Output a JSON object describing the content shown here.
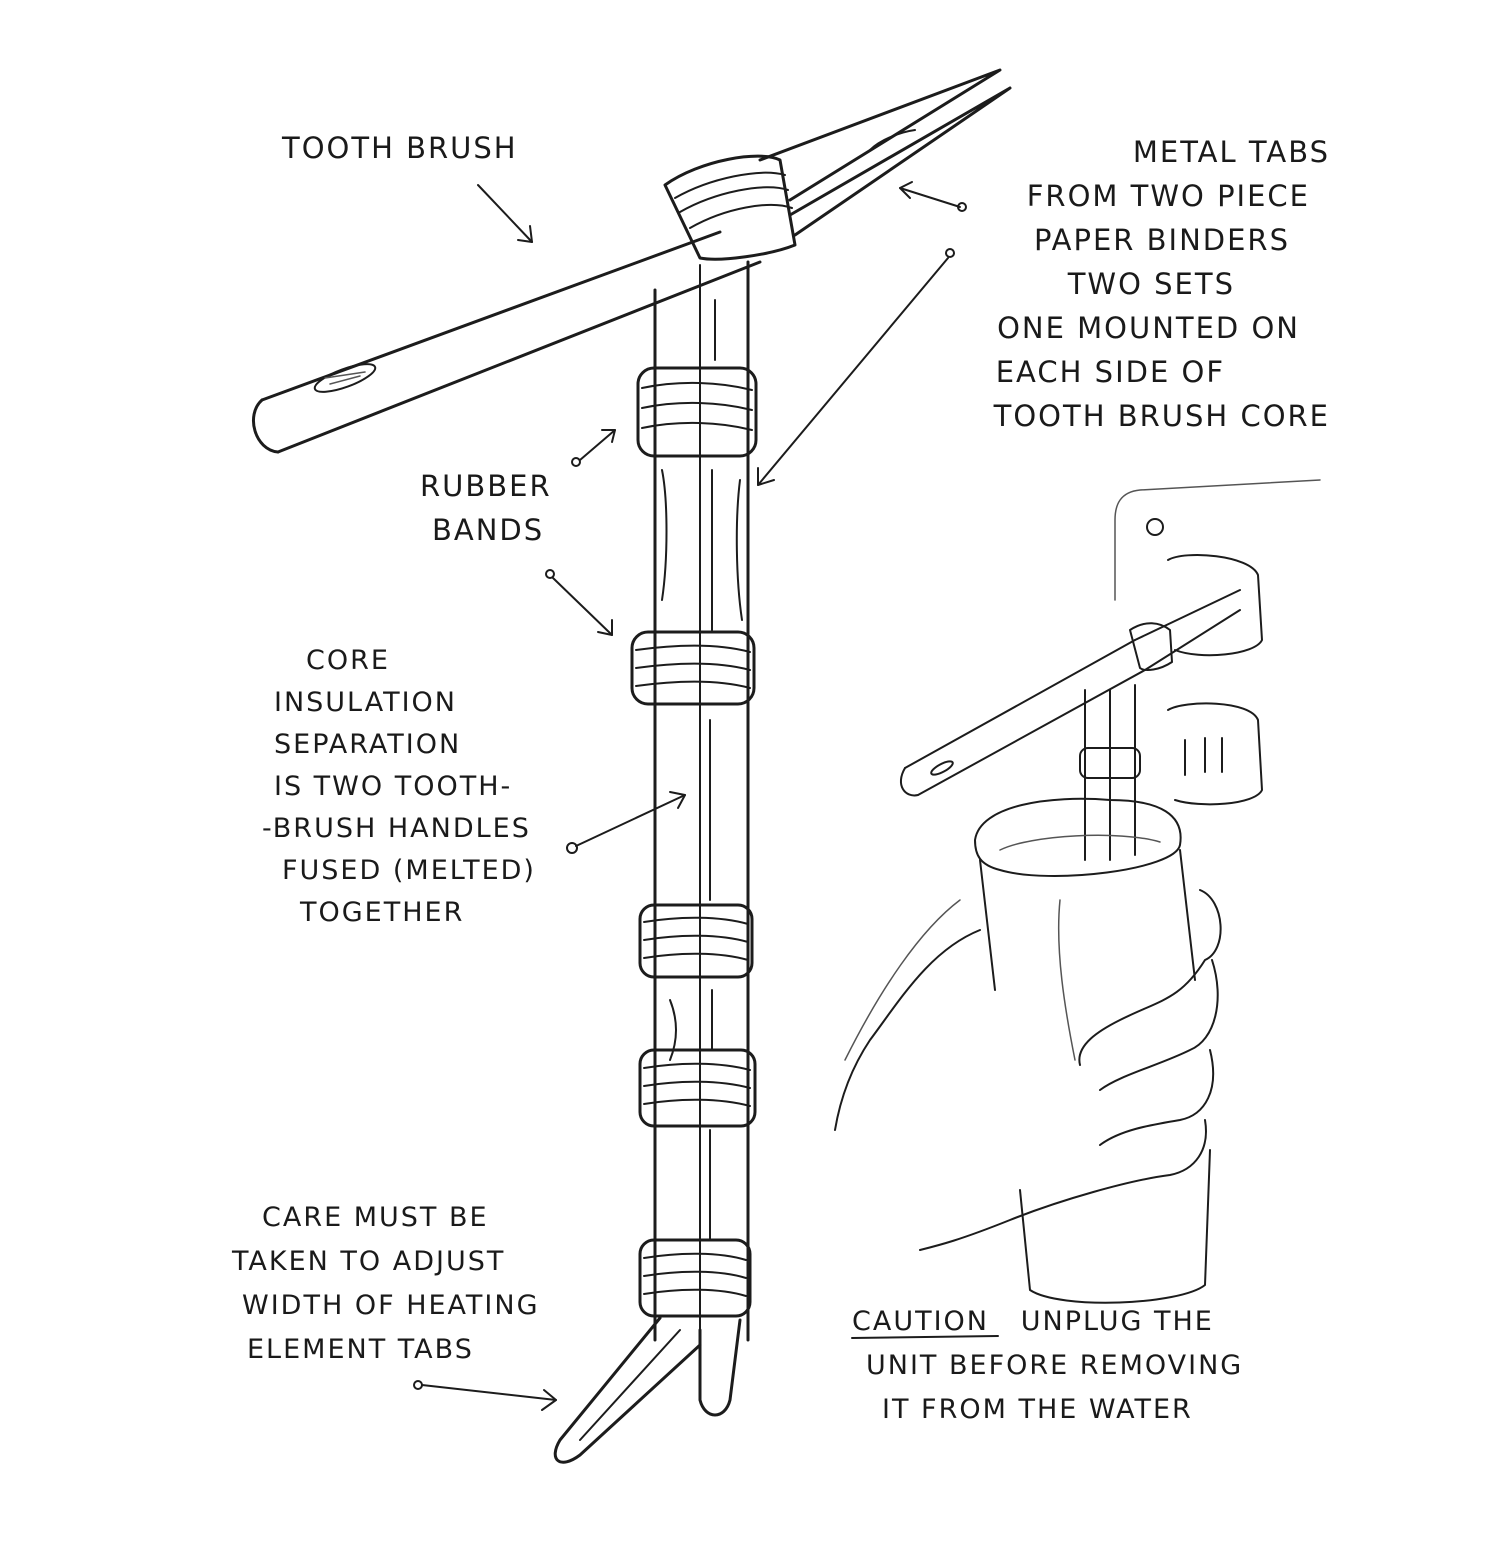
{
  "labels": {
    "toothbrush": "TOOTH BRUSH",
    "metal_tabs": [
      "METAL TABS",
      "FROM TWO PIECE",
      "PAPER BINDERS",
      "TWO SETS",
      "ONE MOUNTED ON",
      "EACH SIDE OF",
      "TOOTH BRUSH CORE"
    ],
    "rubber_bands": [
      "RUBBER",
      "BANDS"
    ],
    "core_insulation": [
      "CORE",
      "INSULATION",
      "SEPARATION",
      "IS TWO TOOTH-",
      "-BRUSH HANDLES",
      "FUSED (MELTED)",
      "TOGETHER"
    ],
    "care": [
      "CARE MUST BE",
      "TAKEN TO ADJUST",
      "WIDTH OF HEATING",
      "ELEMENT TABS"
    ],
    "caution_word": "CAUTION",
    "caution_rest": "UNPLUG THE",
    "caution_lines": [
      "UNIT BEFORE REMOVING",
      "IT FROM THE WATER"
    ]
  }
}
